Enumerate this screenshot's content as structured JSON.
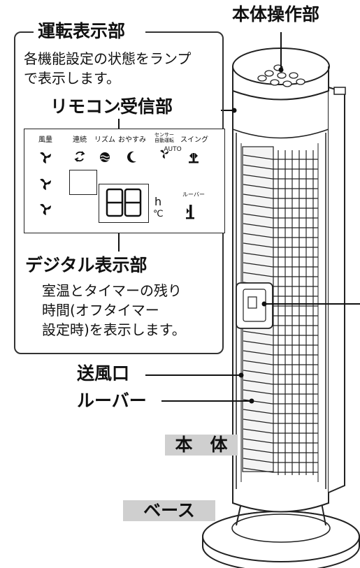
{
  "labels": {
    "control_panel": "本体操作部",
    "display_section": "運転表示部",
    "display_desc_line1": "各機能設定の状態をランプ",
    "display_desc_line2": "で表示します。",
    "remote_receiver": "リモコン受信部",
    "digital_display": "デジタル表示部",
    "digital_desc_line1": "室温とタイマーの残り",
    "digital_desc_line2": "時間(オフタイマー",
    "digital_desc_line3": "設定時)を表示します。",
    "air_outlet": "送風口",
    "louver": "ルーバー",
    "main_body": "本　体",
    "base": "ベース"
  },
  "lamp_panel": {
    "fan_speed": "風量",
    "continuous": "連続",
    "rhythm": "リズム",
    "sleep": "おやすみ",
    "sensor_line1": "センサー",
    "sensor_line2": "自動運転",
    "auto": "AUTO",
    "swing": "スイング",
    "louver_small": "ルーバー",
    "digits": "88",
    "unit_hour": "h",
    "unit_celsius": "℃"
  }
}
